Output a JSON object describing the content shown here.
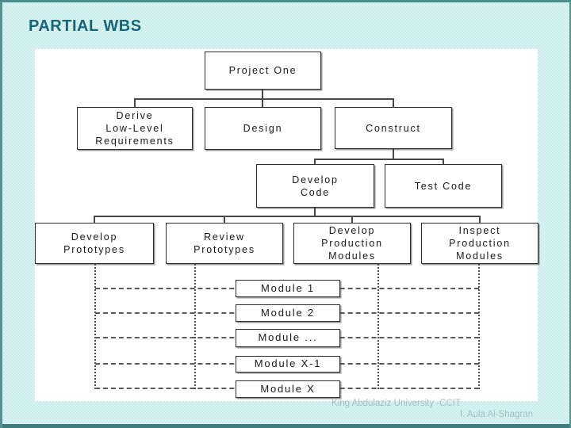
{
  "slide": {
    "title": "PARTIAL WBS",
    "footer_line1": "King Abdulaziz University -CCIT",
    "footer_line2": "I. Aula Al-Shagran"
  },
  "colors": {
    "background": "#cbecec",
    "frame_border": "#4f8d8d",
    "panel": "#ffffff",
    "title_text": "#176577",
    "box_border": "#2e2e2e",
    "connector": "#474747",
    "footer_text": "#a2bfc9"
  },
  "diagram": {
    "type": "work-breakdown-structure-tree",
    "nodes": [
      {
        "label": "Project One",
        "parent": null,
        "connection": "solid"
      },
      {
        "label": "Derive\nLow-Level\nRequirements",
        "parent": "Project One",
        "connection": "solid"
      },
      {
        "label": "Design",
        "parent": "Project One",
        "connection": "solid"
      },
      {
        "label": "Construct",
        "parent": "Project One",
        "connection": "solid"
      },
      {
        "label": "Develop\nCode",
        "parent": "Construct",
        "connection": "solid"
      },
      {
        "label": "Test Code",
        "parent": "Construct",
        "connection": "solid"
      },
      {
        "label": "Develop\nPrototypes",
        "parent": "Develop Code",
        "connection": "solid"
      },
      {
        "label": "Review\nPrototypes",
        "parent": "Develop Code",
        "connection": "solid"
      },
      {
        "label": "Develop\nProduction\nModules",
        "parent": "Develop Code",
        "connection": "solid"
      },
      {
        "label": "Inspect\nProduction\nModules",
        "parent": "Develop Code",
        "connection": "solid"
      },
      {
        "label": "Module 1",
        "parent": null,
        "connection": "dashed"
      },
      {
        "label": "Module 2",
        "parent": null,
        "connection": "dashed"
      },
      {
        "label": "Module ...",
        "parent": null,
        "connection": "dashed"
      },
      {
        "label": "Module X-1",
        "parent": null,
        "connection": "dashed"
      },
      {
        "label": "Module X",
        "parent": null,
        "connection": "dashed"
      }
    ]
  }
}
